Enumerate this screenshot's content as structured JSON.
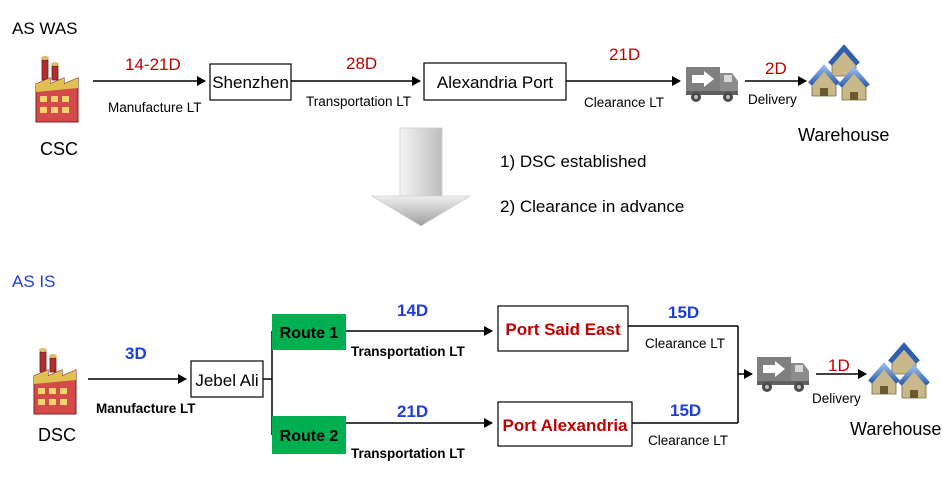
{
  "as_was": {
    "heading": "AS WAS",
    "heading_color": "#000000",
    "origin_label": "CSC",
    "manufacture_lt": "14-21D",
    "manufacture_label": "Manufacture LT",
    "node1": "Shenzhen",
    "transport_lt": "28D",
    "transport_label": "Transportation LT",
    "node2": "Alexandria Port",
    "clearance_lt": "21D",
    "clearance_label": "Clearance LT",
    "delivery_lt": "2D",
    "delivery_label": "Delivery",
    "dest_label": "Warehouse"
  },
  "changes": {
    "item1": "1) DSC established",
    "item2": "2) Clearance in advance"
  },
  "as_is": {
    "heading": "AS IS",
    "heading_color": "#1f3fd6",
    "origin_label": "DSC",
    "manufacture_lt": "3D",
    "manufacture_label": "Manufacture LT",
    "hub": "Jebel Ali",
    "route1": {
      "label": "Route 1",
      "transport_lt": "14D",
      "transport_label": "Transportation LT",
      "port": "Port Said East",
      "clearance_lt": "15D",
      "clearance_label": "Clearance LT"
    },
    "route2": {
      "label": "Route 2",
      "transport_lt": "21D",
      "transport_label": "Transportation LT",
      "port": "Port Alexandria",
      "clearance_lt": "15D",
      "clearance_label": "Clearance LT"
    },
    "delivery_lt": "1D",
    "delivery_label": "Delivery",
    "dest_label": "Warehouse"
  },
  "icons": [
    "factory-icon",
    "truck-icon",
    "warehouse-icon",
    "down-arrow-icon"
  ],
  "colors": {
    "lt_red": "#c00000",
    "lt_blue": "#1f3fd6",
    "route_green": "#00b050",
    "port_text": "#c00000"
  }
}
